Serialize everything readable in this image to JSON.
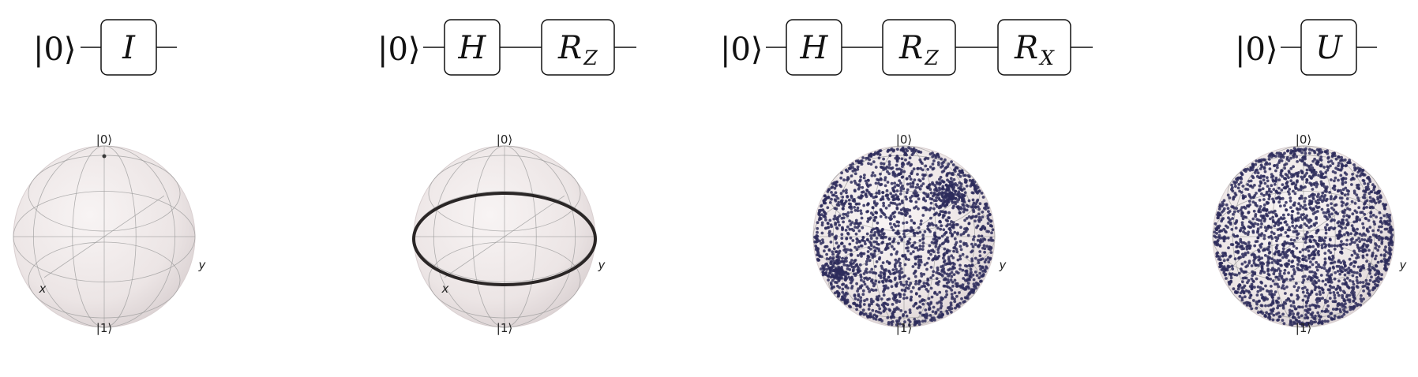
{
  "panels": [
    {
      "id": "identity",
      "circuit": {
        "input": "|0⟩",
        "gates": [
          {
            "symbol": "I",
            "sub": ""
          }
        ]
      },
      "bloch": {
        "top": "|0⟩",
        "bottom": "|1⟩",
        "x": "x",
        "y": "y",
        "states": "single-point"
      }
    },
    {
      "id": "h-rz",
      "circuit": {
        "input": "|0⟩",
        "gates": [
          {
            "symbol": "H",
            "sub": ""
          },
          {
            "symbol": "R",
            "sub": "Z"
          }
        ]
      },
      "bloch": {
        "top": "|0⟩",
        "bottom": "|1⟩",
        "x": "x",
        "y": "y",
        "states": "equator-ring"
      }
    },
    {
      "id": "h-rz-rx",
      "circuit": {
        "input": "|0⟩",
        "gates": [
          {
            "symbol": "H",
            "sub": ""
          },
          {
            "symbol": "R",
            "sub": "Z"
          },
          {
            "symbol": "R",
            "sub": "X"
          }
        ]
      },
      "bloch": {
        "top": "|0⟩",
        "bottom": "|1⟩",
        "x": "",
        "y": "y",
        "states": "clustered-cloud"
      }
    },
    {
      "id": "u",
      "circuit": {
        "input": "|0⟩",
        "gates": [
          {
            "symbol": "U",
            "sub": ""
          }
        ]
      },
      "bloch": {
        "top": "|0⟩",
        "bottom": "|1⟩",
        "x": "",
        "y": "y",
        "states": "uniform-cloud"
      }
    }
  ],
  "colors": {
    "sphere": "#ede6e6",
    "sphere_edge": "#d9cfd0",
    "grid": "#9a9a9a",
    "ring": "#2a2626",
    "point": "#2d2b5c"
  }
}
